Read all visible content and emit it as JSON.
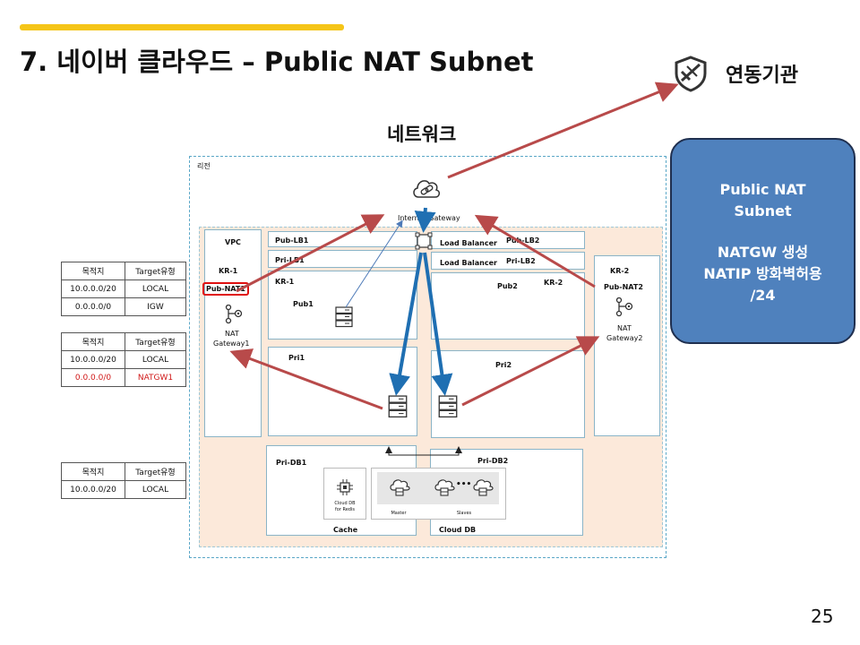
{
  "slide": {
    "title": "7. 네이버 클라우드 – Public NAT Subnet",
    "partner_label": "연동기관",
    "network_title": "네트워크",
    "page_number": "25"
  },
  "diagram": {
    "region_label": "리전",
    "internet_gateway": "Internet Gateway",
    "vpc_label": "VPC",
    "kr1": "KR-1",
    "kr2": "KR-2",
    "pub_nat1": "Pub-NAT1",
    "pub_nat2": "Pub-NAT2",
    "nat_gateway1_line1": "NAT",
    "nat_gateway1_line2": "Gateway1",
    "nat_gateway2_line1": "NAT",
    "nat_gateway2_line2": "Gateway2",
    "pub_lb1": "Pub-LB1",
    "pri_lb1": "Pri-LB1",
    "pub_lb2": "Pub-LB2",
    "pri_lb2": "Pri-LB2",
    "load_balancer_1": "Load Balancer",
    "load_balancer_2": "Load Balancer",
    "kr1_inner": "KR-1",
    "kr2_inner": "KR-2",
    "pub1": "Pub1",
    "pub2": "Pub2",
    "pri1": "Pri1",
    "pri2": "Pri2",
    "pri_db1": "Pri-DB1",
    "pri_db2": "Pri-DB2",
    "cache_label": "Cache",
    "cloud_db_label": "Cloud DB",
    "redis_line1": "Cloud DB",
    "redis_line2": "for Redis",
    "master": "Master",
    "slaves": "Slaves",
    "ellipsis": "•••"
  },
  "route_tables": [
    {
      "header": [
        "목적지",
        "Target유형"
      ],
      "rows": [
        [
          "10.0.0.0/20",
          "LOCAL"
        ],
        [
          "0.0.0.0/0",
          "IGW"
        ]
      ]
    },
    {
      "header": [
        "목적지",
        "Target유형"
      ],
      "rows": [
        [
          "10.0.0.0/20",
          "LOCAL"
        ],
        [
          "0.0.0.0/0",
          "NATGW1"
        ]
      ]
    },
    {
      "header": [
        "목적지",
        "Target유형"
      ],
      "rows": [
        [
          "10.0.0.0/20",
          "LOCAL"
        ]
      ]
    }
  ],
  "callout": {
    "line1": "Public NAT",
    "line2": "Subnet",
    "line3": "NATGW 생성",
    "line4": "NATIP 방화벽허용",
    "line5": "/24"
  },
  "colors": {
    "accent_bar": "#f5c518",
    "arrow_red": "#b84a4a",
    "arrow_blue": "#1f6fb2",
    "callout_fill": "#4f81bd",
    "highlight_red": "#e01010",
    "vpc_fill": "#fce9da"
  }
}
